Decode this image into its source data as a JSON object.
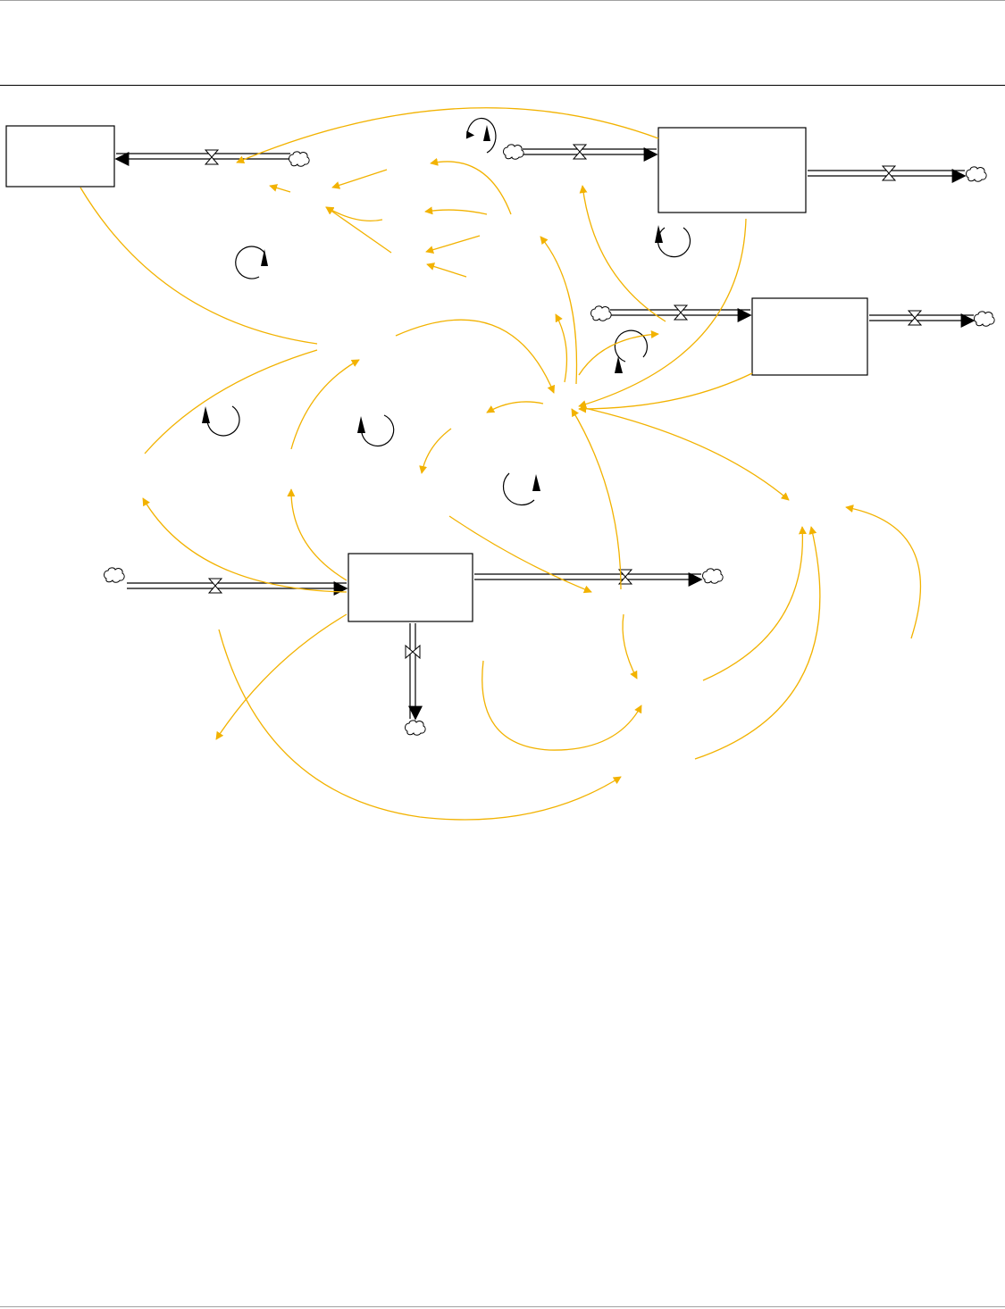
{
  "diagram": {
    "type": "stock-and-flow",
    "colors": {
      "link": "#f2b200",
      "stock_border": "#000000",
      "flow": "#000000",
      "background": "#ffffff",
      "rule": "#a0a0a0"
    },
    "stocks": 4,
    "flows": 8,
    "loops": 7
  }
}
